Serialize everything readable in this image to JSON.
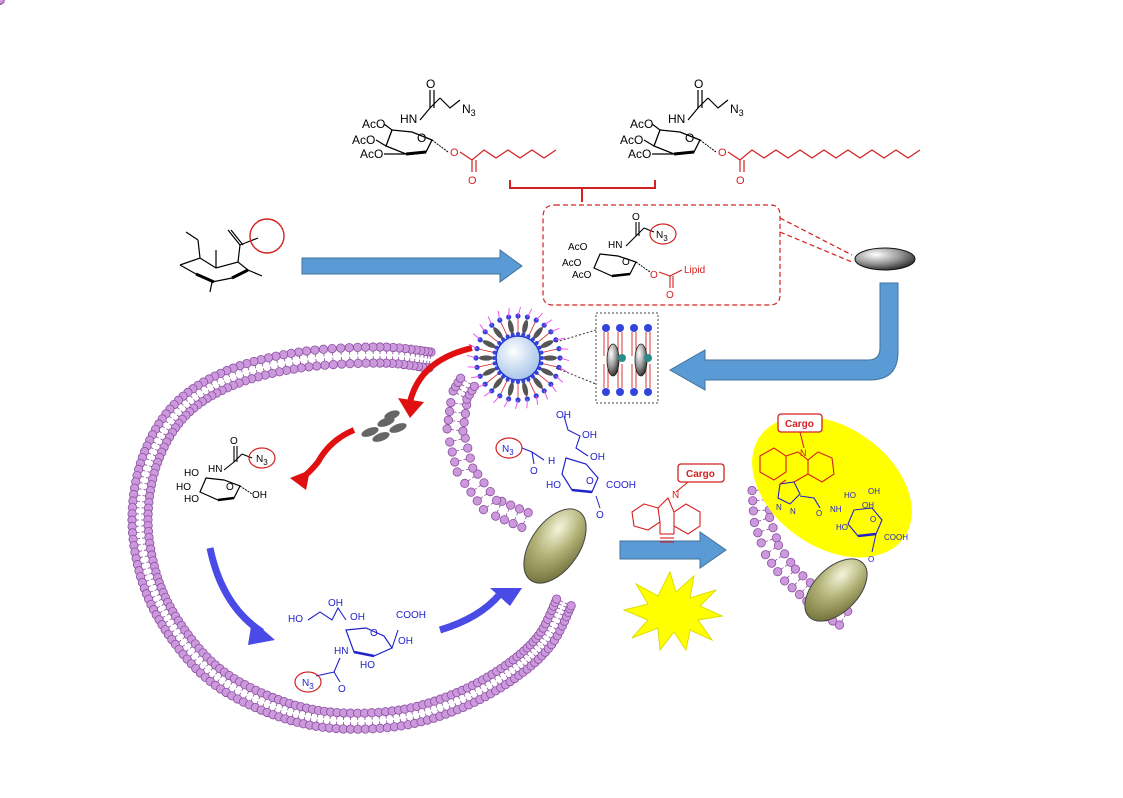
{
  "colors": {
    "membrane": "#cc99dd",
    "membrane_stroke": "#8a4ea0",
    "arrow_blue": "#5b9bd5",
    "arrow_red": "#e01010",
    "arrow_violet": "#4a4ae6",
    "highlight_yellow": "#ffff00",
    "protein": "#9a9a50",
    "chem_black": "#000000",
    "chem_red": "#d42020",
    "chem_blue": "#2222cc"
  },
  "labels": {
    "acetyl_oxygen": "AcO",
    "amide_nh": "HN",
    "amide_nh_right": "NH",
    "amide_h_short": "H",
    "azide": "N",
    "azide_sub": "3",
    "ring_oxygen": "O",
    "carbonyl_oxygen": "O",
    "lipid": "Lipid",
    "hydroxyl": "OH",
    "hydroxyl_left": "HO",
    "carboxyl": "COOH",
    "cargo": "Cargo",
    "nitrogen": "N",
    "triazole_n": "N"
  }
}
